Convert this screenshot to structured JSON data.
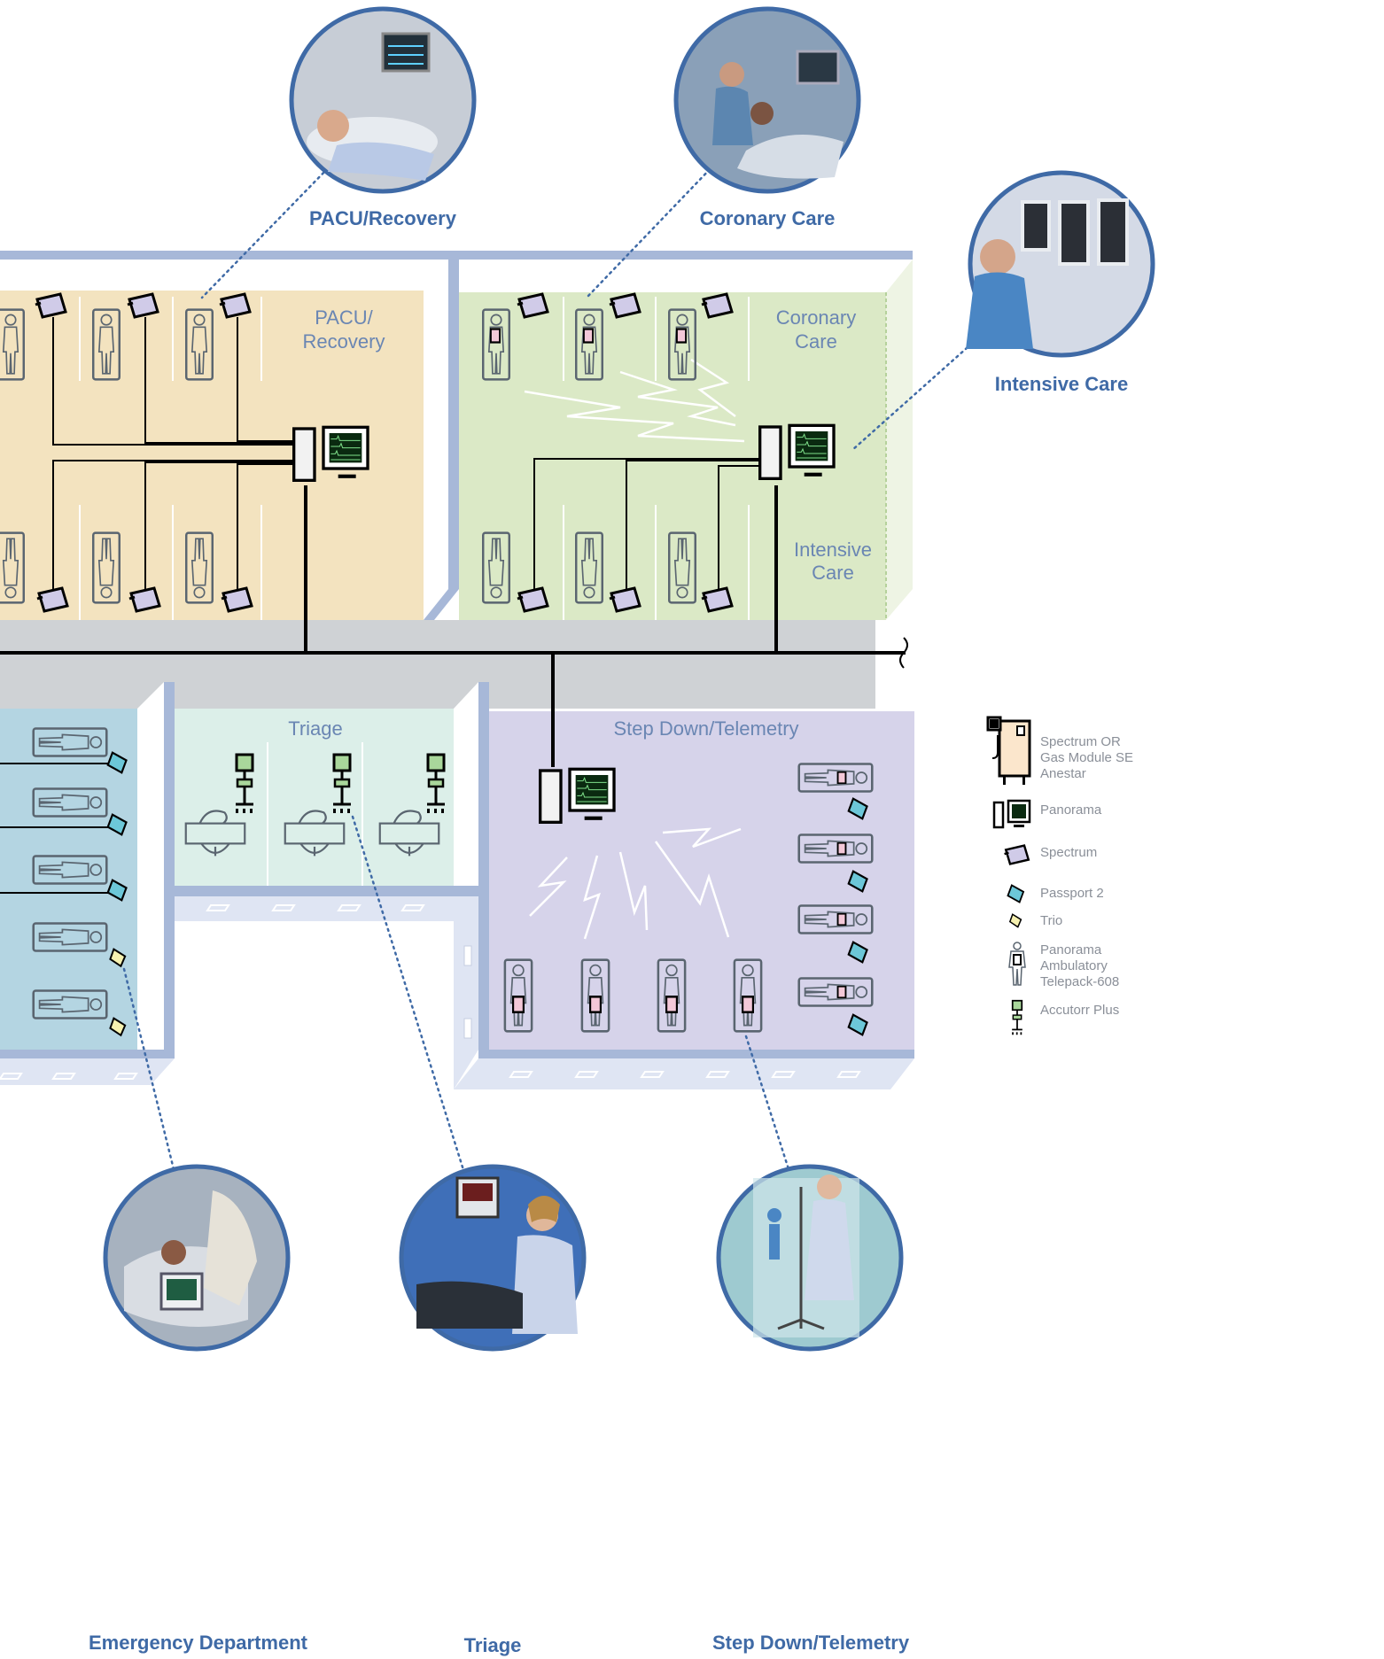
{
  "photos": {
    "pacu": {
      "caption": "PACU/Recovery"
    },
    "coronary": {
      "caption": "Coronary Care"
    },
    "intensive": {
      "caption": "Intensive Care"
    },
    "emergency": {
      "caption": "Emergency Department"
    },
    "triage": {
      "caption": "Triage"
    },
    "stepdown": {
      "caption": "Step Down/Telemetry"
    }
  },
  "zones": {
    "pacu": {
      "line1": "PACU/",
      "line2": "Recovery"
    },
    "coronary": {
      "line1": "Coronary",
      "line2": "Care"
    },
    "intensive": {
      "line1": "Intensive",
      "line2": "Care"
    },
    "triage": {
      "title": "Triage"
    },
    "stepdown": {
      "title": "Step Down/Telemetry"
    }
  },
  "legend": {
    "spectrum_or": {
      "l1": "Spectrum OR",
      "l2": "Gas Module SE",
      "l3": "Anestar"
    },
    "panorama": {
      "label": "Panorama"
    },
    "spectrum": {
      "label": "Spectrum"
    },
    "passport2": {
      "label": "Passport 2"
    },
    "trio": {
      "label": "Trio"
    },
    "telepack": {
      "l1": "Panorama",
      "l2": "Ambulatory",
      "l3": "Telepack-608"
    },
    "accutorr": {
      "label": "Accutorr Plus"
    }
  },
  "colors": {
    "wall": "#a7b8d8",
    "pacu_floor": "#f3e3bf",
    "coronary_floor": "#dbe9c6",
    "emergency_floor": "#b4d5e2",
    "triage_floor": "#dcefe9",
    "stepdown_floor": "#d6d3ea",
    "corridor": "#cfd2d5",
    "spectrum_device": "#d0cbe8",
    "passport_device": "#6cc7d8",
    "trio_device": "#f6f1b0",
    "accutorr_device": "#a9d79b",
    "label_blue": "#3f6aa6"
  }
}
